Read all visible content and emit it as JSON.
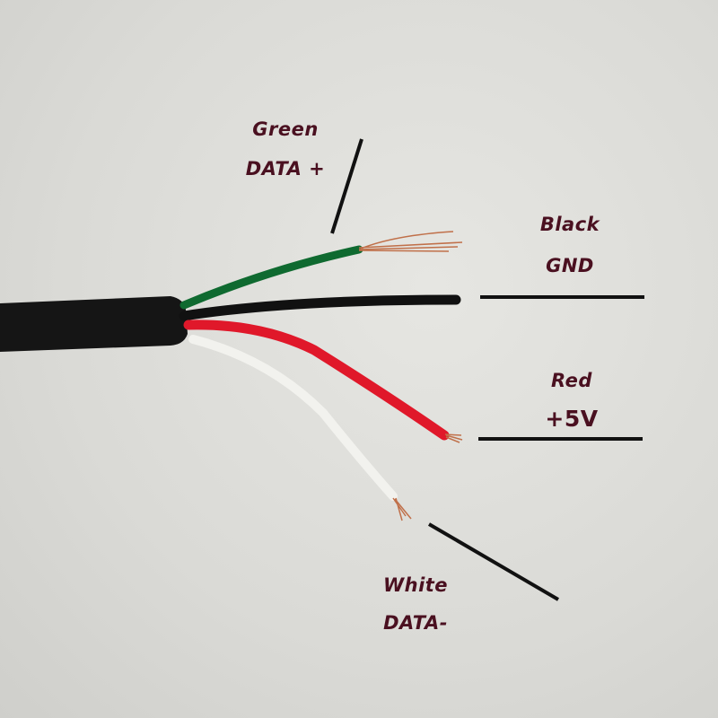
{
  "labels": {
    "green": {
      "color_name": "Green",
      "signal": "DATA +"
    },
    "black": {
      "color_name": "Black",
      "signal": "GND"
    },
    "red": {
      "color_name": "Red",
      "signal": "+5V"
    },
    "white": {
      "color_name": "White",
      "signal": "DATA-"
    }
  },
  "colors": {
    "text": "#4a1020",
    "green_wire": "#0f6a30",
    "black_wire": "#111111",
    "red_wire": "#e0182a",
    "white_wire": "#f2f2ee",
    "copper": "#c0704a"
  }
}
